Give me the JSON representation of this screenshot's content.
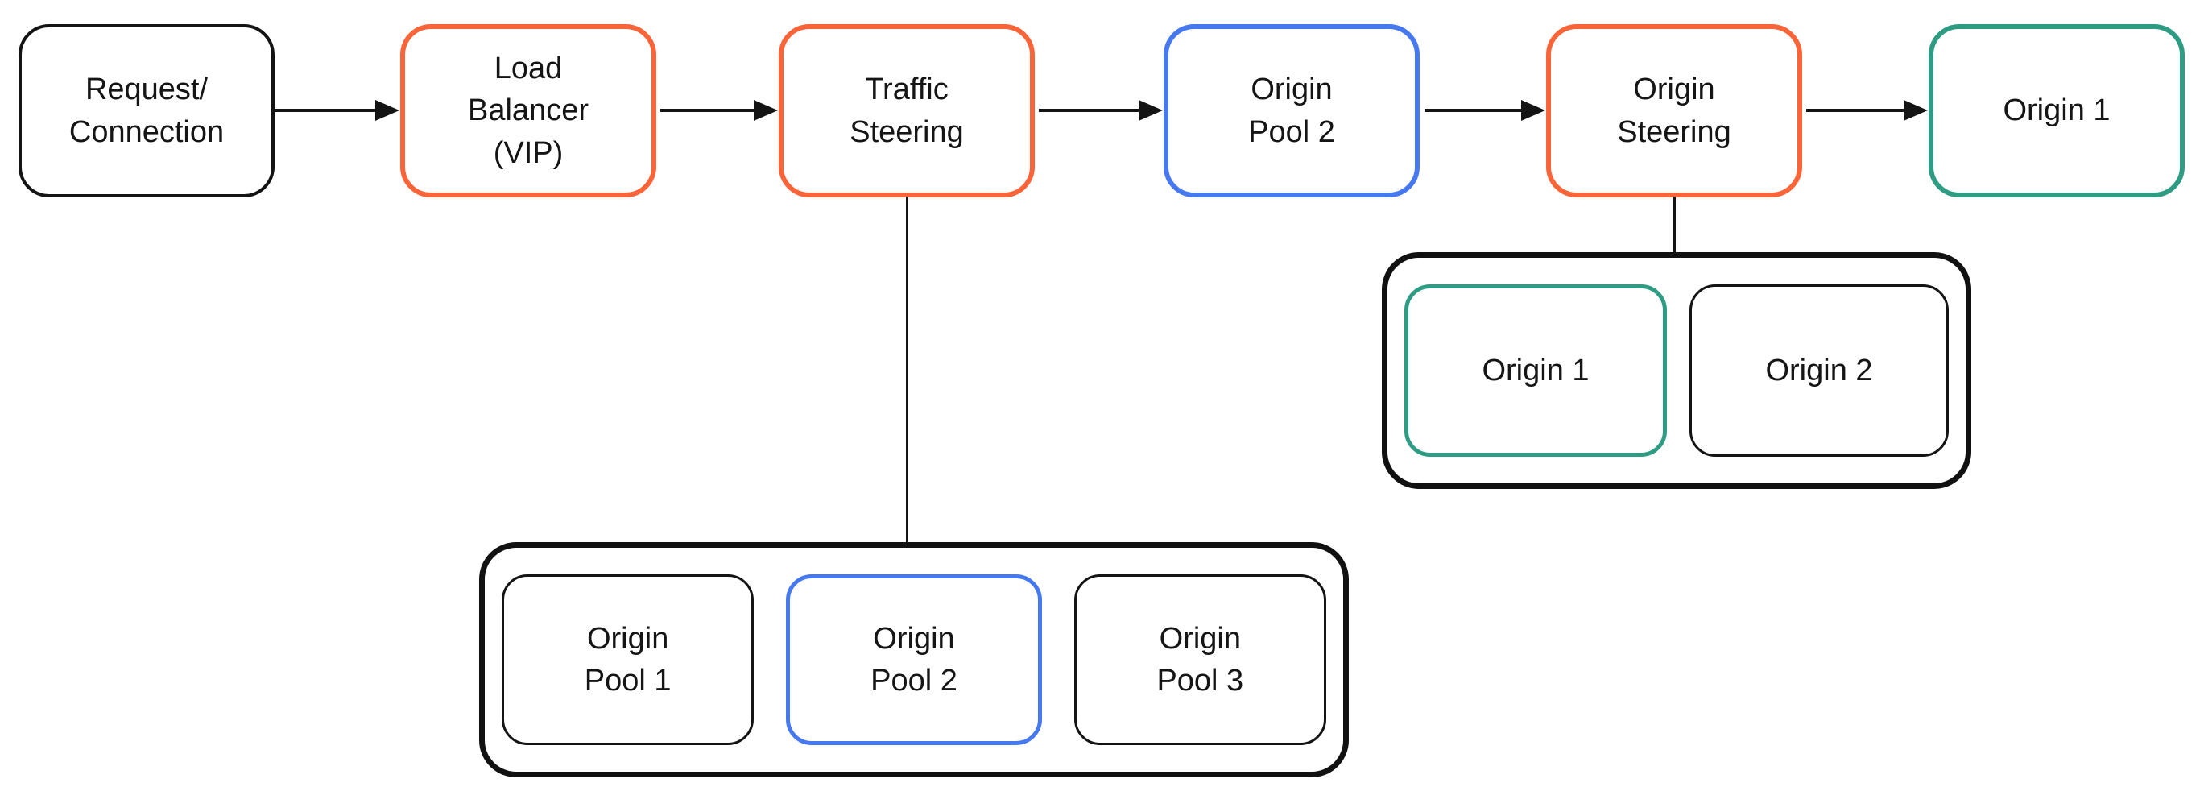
{
  "diagram_type": "load-balancer-traffic-flow",
  "palette": {
    "background": "#FFFFFF",
    "outline_black": "#141414",
    "highlight_orange": "#F96438",
    "highlight_blue": "#4679F0",
    "highlight_green": "#2E9C82"
  },
  "flow_nodes": [
    {
      "label": "Request/\nConnection",
      "border_color": "#141414"
    },
    {
      "label": "Load\nBalancer\n(VIP)",
      "border_color": "#F96438"
    },
    {
      "label": "Traffic\nSteering",
      "border_color": "#F96438"
    },
    {
      "label": "Origin\nPool 2",
      "border_color": "#4679F0"
    },
    {
      "label": "Origin\nSteering",
      "border_color": "#F96438"
    },
    {
      "label": "Origin 1",
      "border_color": "#2E9C82"
    }
  ],
  "traffic_steering_pools": {
    "connected_from": "Traffic Steering",
    "items": [
      {
        "label": "Origin\nPool 1",
        "border_color": "#141414"
      },
      {
        "label": "Origin\nPool 2",
        "border_color": "#4679F0"
      },
      {
        "label": "Origin\nPool 3",
        "border_color": "#141414"
      }
    ]
  },
  "origin_steering_origins": {
    "connected_from": "Origin Steering",
    "items": [
      {
        "label": "Origin 1",
        "border_color": "#2E9C82"
      },
      {
        "label": "Origin 2",
        "border_color": "#141414"
      }
    ]
  }
}
